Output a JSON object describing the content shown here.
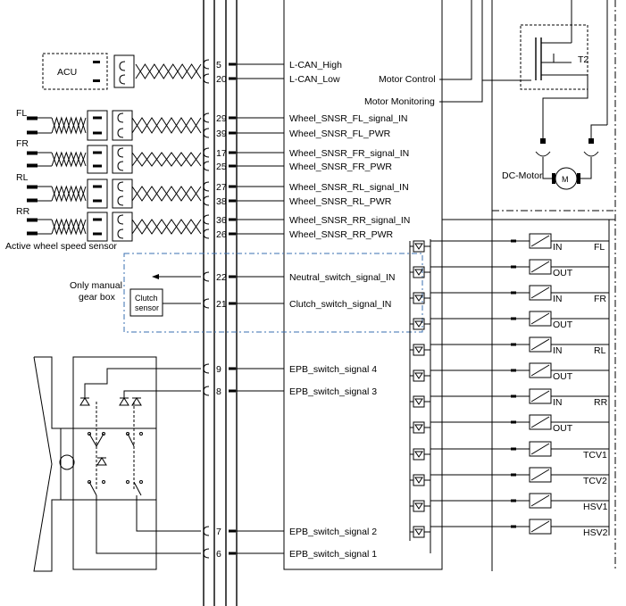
{
  "ecu_labels": {
    "acu": "ACU",
    "fl": "FL",
    "fr": "FR",
    "rl": "RL",
    "rr": "RR",
    "active_sensor": "Active wheel speed sensor",
    "only_manual": "Only manual",
    "gear_box": "gear box",
    "clutch": "Clutch",
    "sensor": "sensor",
    "t2": "T2",
    "dc_motor": "DC-Motor",
    "motor_symbol": "M",
    "motor_control": "Motor Control",
    "motor_monitoring": "Motor Monitoring"
  },
  "pins": [
    {
      "pin": "5",
      "signal": "L-CAN_High"
    },
    {
      "pin": "20",
      "signal": "L-CAN_Low"
    },
    {
      "pin": "29",
      "signal": "Wheel_SNSR_FL_signal_IN"
    },
    {
      "pin": "39",
      "signal": "Wheel_SNSR_FL_PWR"
    },
    {
      "pin": "17",
      "signal": "Wheel_SNSR_FR_signal_IN"
    },
    {
      "pin": "25",
      "signal": "Wheel_SNSR_FR_PWR"
    },
    {
      "pin": "27",
      "signal": "Wheel_SNSR_RL_signal_IN"
    },
    {
      "pin": "38",
      "signal": "Wheel_SNSR_RL_PWR"
    },
    {
      "pin": "36",
      "signal": "Wheel_SNSR_RR_signal_IN"
    },
    {
      "pin": "26",
      "signal": "Wheel_SNSR_RR_PWR"
    },
    {
      "pin": "22",
      "signal": "Neutral_switch_signal_IN"
    },
    {
      "pin": "21",
      "signal": "Clutch_switch_signal_IN"
    },
    {
      "pin": "9",
      "signal": "EPB_switch_signal 4"
    },
    {
      "pin": "8",
      "signal": "EPB_switch_signal 3"
    },
    {
      "pin": "7",
      "signal": "EPB_switch_signal 2"
    },
    {
      "pin": "6",
      "signal": "EPB_switch_signal 1"
    }
  ],
  "valves": [
    {
      "name": "IN",
      "group": "FL"
    },
    {
      "name": "OUT",
      "group": ""
    },
    {
      "name": "IN",
      "group": "FR"
    },
    {
      "name": "OUT",
      "group": ""
    },
    {
      "name": "IN",
      "group": "RL"
    },
    {
      "name": "OUT",
      "group": ""
    },
    {
      "name": "IN",
      "group": "RR"
    },
    {
      "name": "OUT",
      "group": ""
    },
    {
      "name": "",
      "group": "TCV1"
    },
    {
      "name": "",
      "group": "TCV2"
    },
    {
      "name": "",
      "group": "HSV1"
    },
    {
      "name": "",
      "group": "HSV2"
    }
  ]
}
